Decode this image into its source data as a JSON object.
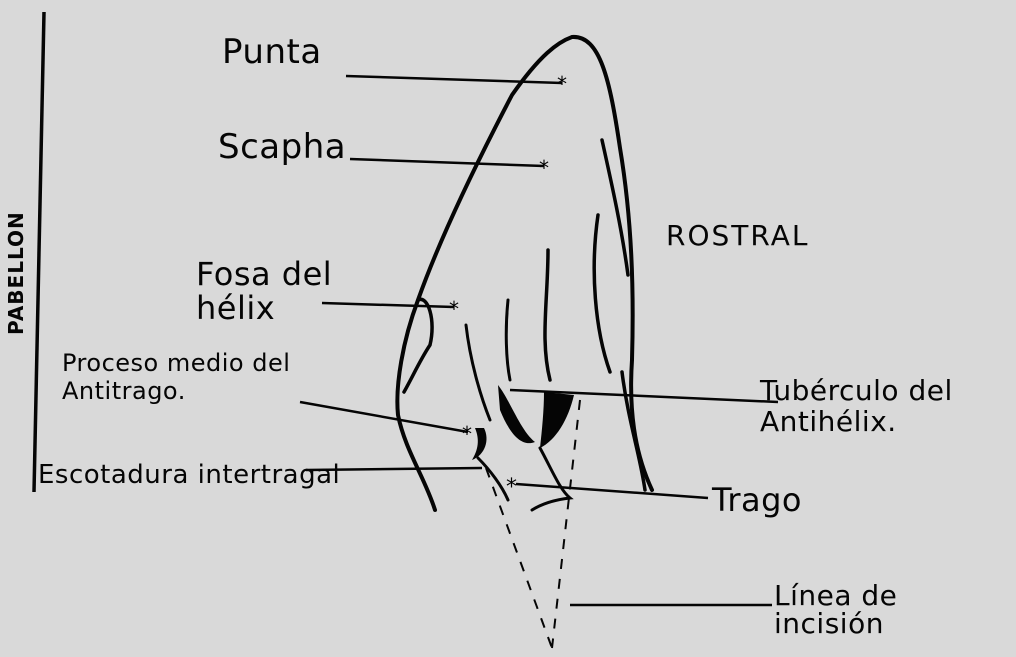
{
  "background": "#d9d9d9",
  "ink": "#050505",
  "side_label": "PABELLON",
  "labels": {
    "punta": "Punta",
    "scapha": "Scapha",
    "fosa": "Fosa del\nhélix",
    "proceso": "Proceso medio del\nAntitrago.",
    "escotadura": "Escotadura intertragal",
    "rostral": "ROSTRAL",
    "tuberculo": "Tubérculo del\nAntihélix.",
    "trago": "Trago",
    "linea": "Línea de incisión"
  }
}
